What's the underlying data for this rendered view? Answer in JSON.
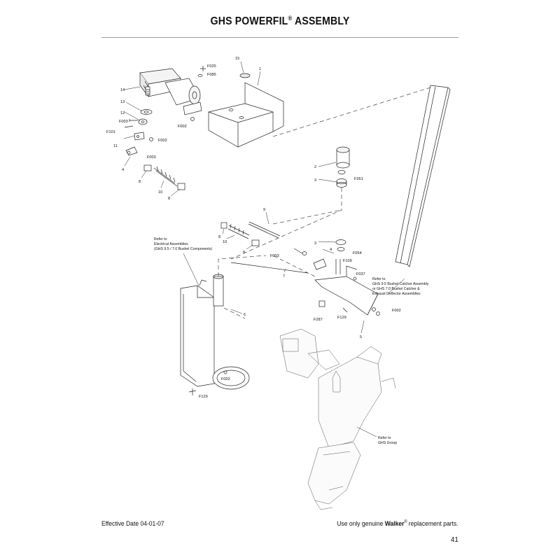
{
  "header": {
    "title_main": "GHS POWERFIL",
    "title_reg": "®",
    "title_rest": " ASSEMBLY"
  },
  "callouts": {
    "c15": "15",
    "c1": "1",
    "cF025": "F025",
    "cF085": "F085",
    "c14": "14",
    "c13": "13",
    "c12": "12",
    "cF003a": "F003",
    "cF101": "F101",
    "cF002a": "F002",
    "cF002b": "F002",
    "c11": "11",
    "cF003b": "F003",
    "c4a": "4",
    "c8a": "8",
    "c10a": "10",
    "c8b": "8",
    "c2": "2",
    "cF261": "F261",
    "c3a": "3",
    "c9": "9",
    "c8c": "8",
    "c10b": "10",
    "c8d": "8",
    "c3b": "3",
    "c4b": "4",
    "cF003c": "F003",
    "cF054": "F054",
    "cF109": "F109",
    "c7": "7",
    "cF037": "F037",
    "c6": "6",
    "cF002c": "F002",
    "cF287": "F287",
    "cF129a": "F129",
    "c5": "5",
    "cF002d": "F002",
    "cF129b": "F129"
  },
  "notes": {
    "electrical": [
      "Refer to",
      "Electrical Assemblies",
      "(GHS 9.5 / 7.0 Bushel Components)"
    ],
    "catcher": [
      "Refer to",
      "GHS 9.5 Bushel Catcher Assembly",
      "or GHS 7.0 Bushel Catcher &",
      "Exhaust Deflector Assemblies"
    ],
    "ghs": [
      "Refer to",
      "GHS Group"
    ]
  },
  "footer": {
    "effective": "Effective Date 04-01-07",
    "use_only": "Use only genuine ",
    "brand": "Walker",
    "reg": "®",
    "replacement": " replacement parts.",
    "page_number": "41"
  }
}
